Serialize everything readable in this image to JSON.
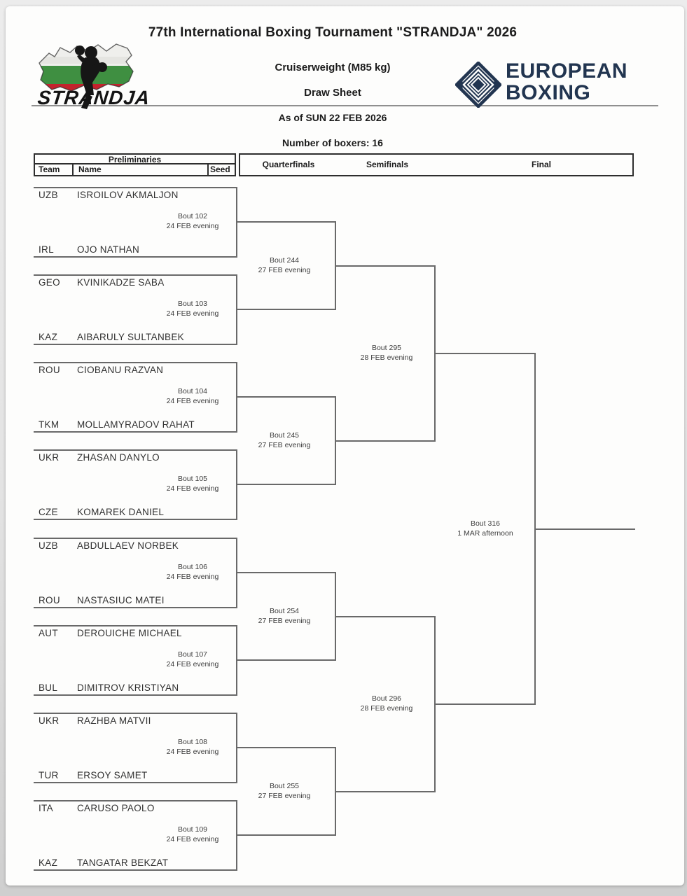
{
  "header": {
    "title": "77th International Boxing Tournament \"STRANDJA\" 2026",
    "weight_class": "Cruiserweight (M85 kg)",
    "sheet_type": "Draw Sheet",
    "as_of": "As of SUN 22 FEB 2026",
    "boxers_count": "Number of boxers: 16"
  },
  "logos": {
    "strandja_word": "STRANDJA",
    "european_line1": "EUROPEAN",
    "european_line2": "BOXING",
    "navy": "#223550",
    "flag_white": "#efefec",
    "flag_green": "#3f8f41",
    "flag_red": "#c3232d"
  },
  "columns": {
    "preliminaries": "Preliminaries",
    "team": "Team",
    "name": "Name",
    "seed": "Seed",
    "quarterfinals": "Quarterfinals",
    "semifinals": "Semifinals",
    "final": "Final"
  },
  "bracket": {
    "prelims": [
      {
        "bout": "Bout 102",
        "date": "24 FEB evening",
        "top": {
          "team": "UZB",
          "name": "ISROILOV AKMALJON"
        },
        "bottom": {
          "team": "IRL",
          "name": "OJO NATHAN"
        }
      },
      {
        "bout": "Bout 103",
        "date": "24 FEB evening",
        "top": {
          "team": "GEO",
          "name": "KVINIKADZE SABA"
        },
        "bottom": {
          "team": "KAZ",
          "name": "AIBARULY SULTANBEK"
        }
      },
      {
        "bout": "Bout 104",
        "date": "24 FEB evening",
        "top": {
          "team": "ROU",
          "name": "CIOBANU RAZVAN"
        },
        "bottom": {
          "team": "TKM",
          "name": "MOLLAMYRADOV RAHAT"
        }
      },
      {
        "bout": "Bout 105",
        "date": "24 FEB evening",
        "top": {
          "team": "UKR",
          "name": "ZHASAN DANYLO"
        },
        "bottom": {
          "team": "CZE",
          "name": "KOMAREK DANIEL"
        }
      },
      {
        "bout": "Bout 106",
        "date": "24 FEB evening",
        "top": {
          "team": "UZB",
          "name": "ABDULLAEV NORBEK"
        },
        "bottom": {
          "team": "ROU",
          "name": "NASTASIUC MATEI"
        }
      },
      {
        "bout": "Bout 107",
        "date": "24 FEB evening",
        "top": {
          "team": "AUT",
          "name": "DEROUICHE MICHAEL"
        },
        "bottom": {
          "team": "BUL",
          "name": "DIMITROV KRISTIYAN"
        }
      },
      {
        "bout": "Bout 108",
        "date": "24 FEB evening",
        "top": {
          "team": "UKR",
          "name": "RAZHBA MATVII"
        },
        "bottom": {
          "team": "TUR",
          "name": "ERSOY SAMET"
        }
      },
      {
        "bout": "Bout 109",
        "date": "24 FEB evening",
        "top": {
          "team": "ITA",
          "name": "CARUSO PAOLO"
        },
        "bottom": {
          "team": "KAZ",
          "name": "TANGATAR BEKZAT"
        }
      }
    ],
    "quarterfinals": [
      {
        "bout": "Bout 244",
        "date": "27 FEB evening"
      },
      {
        "bout": "Bout 245",
        "date": "27 FEB evening"
      },
      {
        "bout": "Bout 254",
        "date": "27 FEB evening"
      },
      {
        "bout": "Bout 255",
        "date": "27 FEB evening"
      }
    ],
    "semifinals": [
      {
        "bout": "Bout 295",
        "date": "28 FEB evening"
      },
      {
        "bout": "Bout 296",
        "date": "28 FEB evening"
      }
    ],
    "final": {
      "bout": "Bout 316",
      "date": "1 MAR afternoon"
    }
  }
}
